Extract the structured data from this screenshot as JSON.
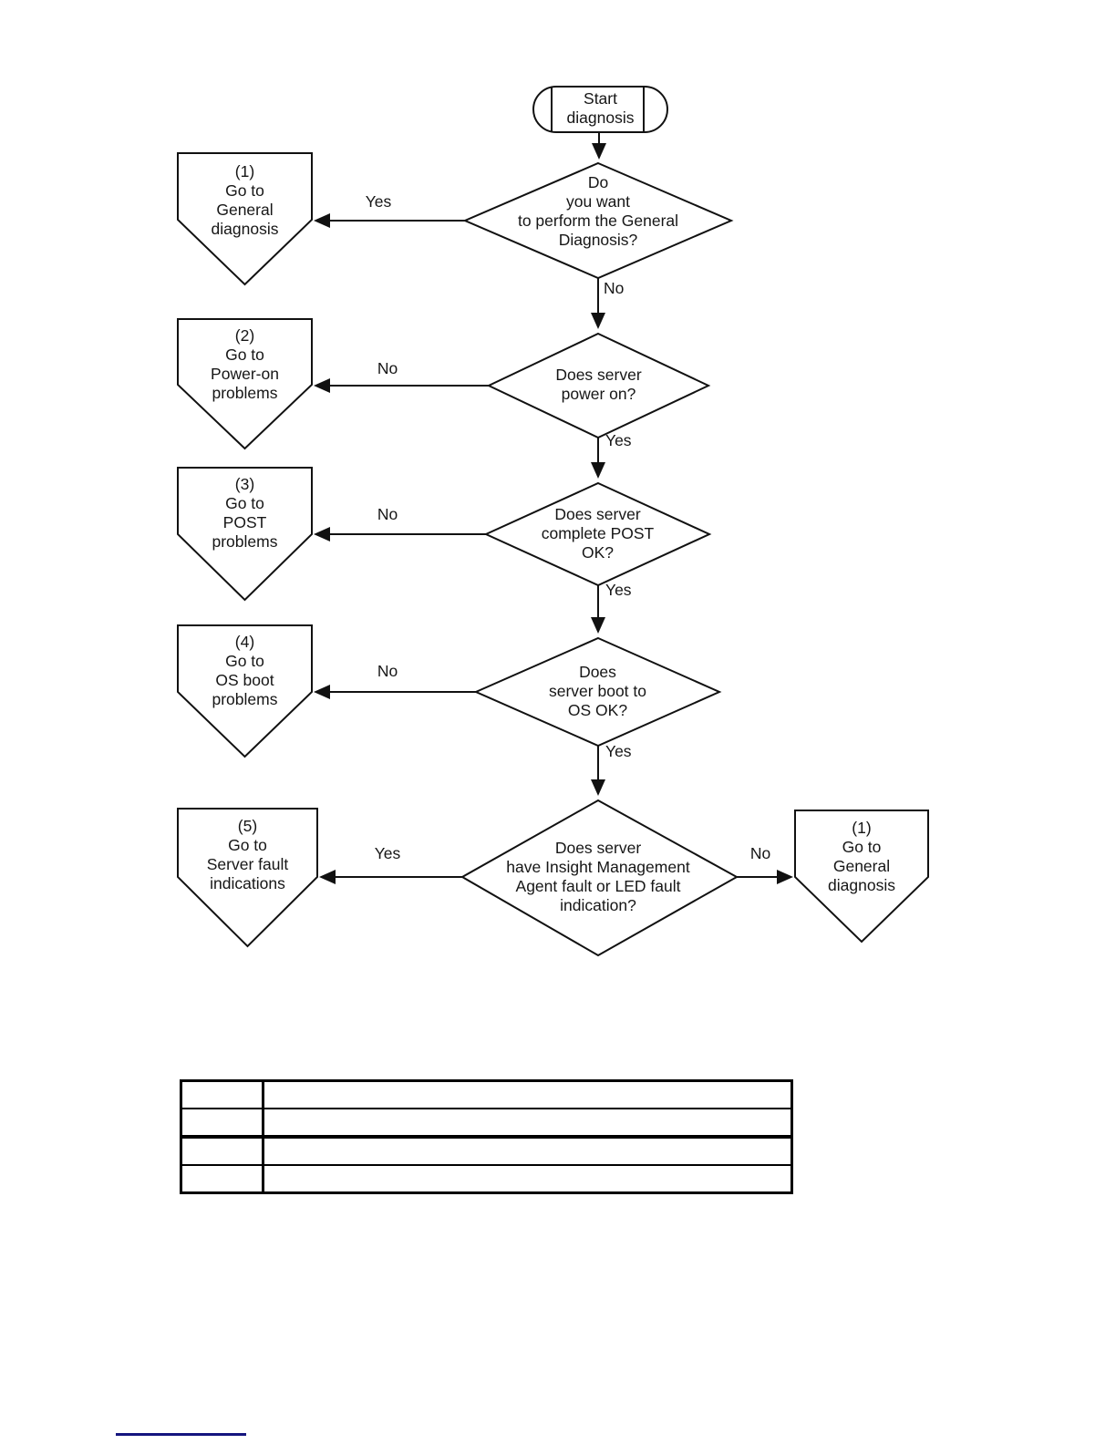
{
  "diagram": {
    "start": {
      "label": "Start\ndiagnosis"
    },
    "decisions": [
      {
        "label": "Do\nyou want\nto perform the General\nDiagnosis?"
      },
      {
        "label": "Does server\npower on?"
      },
      {
        "label": "Does server\ncomplete POST\nOK?"
      },
      {
        "label": "Does\nserver boot to\nOS OK?"
      },
      {
        "label": "Does server\nhave Insight Management\nAgent fault or LED fault\nindication?"
      }
    ],
    "offpage_refs": [
      {
        "label": "(1)\nGo to\nGeneral\ndiagnosis"
      },
      {
        "label": "(2)\nGo to\nPower-on\nproblems"
      },
      {
        "label": "(3)\nGo to\nPOST\nproblems"
      },
      {
        "label": "(4)\nGo to\nOS boot\nproblems"
      },
      {
        "label": "(5)\nGo to\nServer fault\nindications"
      },
      {
        "label": "(1)\nGo to\nGeneral\ndiagnosis"
      }
    ],
    "edge_labels": {
      "d1_yes": "Yes",
      "d1_no": "No",
      "d2_no": "No",
      "d2_yes": "Yes",
      "d3_no": "No",
      "d3_yes": "Yes",
      "d4_no": "No",
      "d4_yes": "Yes",
      "d5_yes": "Yes",
      "d5_no": "No"
    }
  },
  "table": {
    "rows": [
      [
        "",
        ""
      ],
      [
        "",
        ""
      ],
      [
        "",
        ""
      ],
      [
        "",
        ""
      ]
    ]
  },
  "colors": {
    "line": "#111111",
    "link_rule": "#15157e"
  }
}
